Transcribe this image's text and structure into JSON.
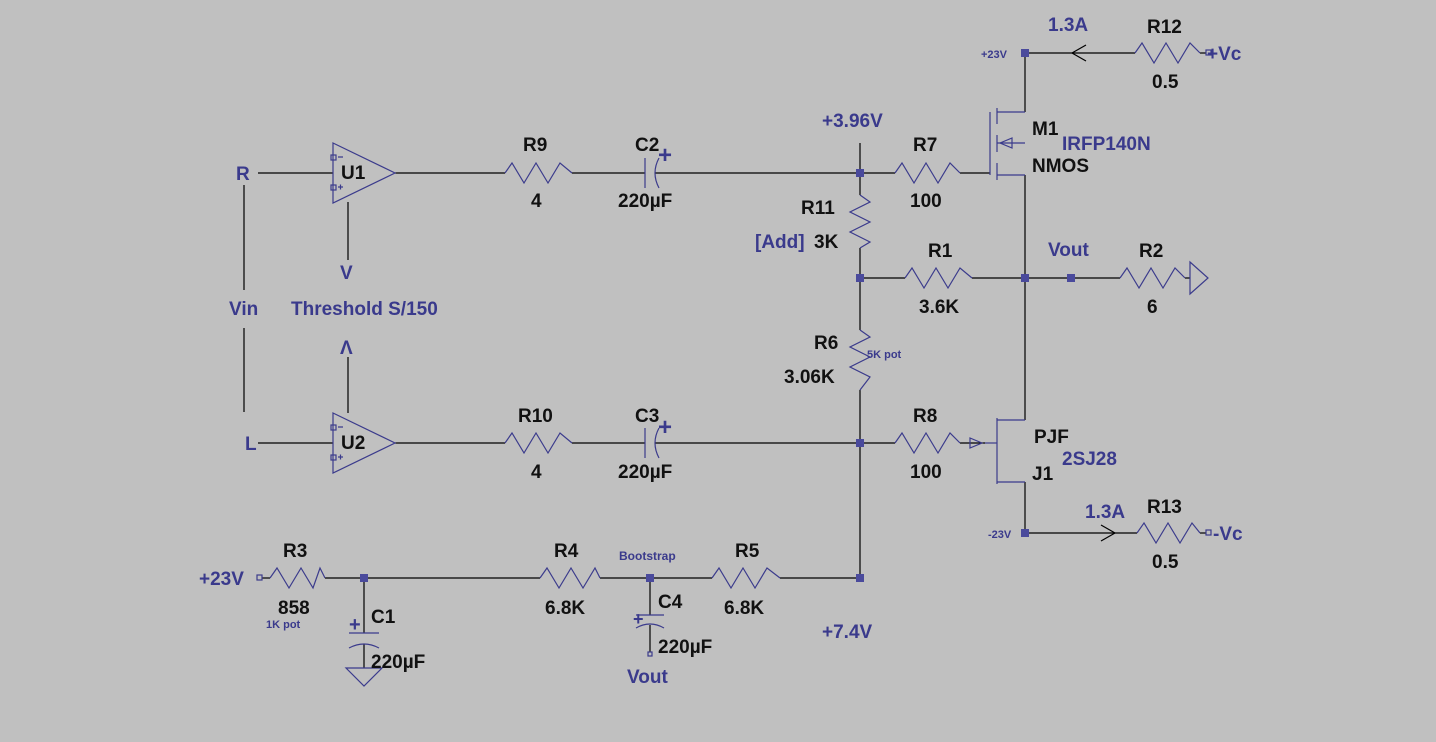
{
  "colors": {
    "background": "#c0c0c0",
    "wire": "#000000",
    "symbol": "#3b3b8c",
    "label_net": "#3a3a8c",
    "label_part": "#111111"
  },
  "inputs": {
    "r": "R",
    "l": "L",
    "vin": "Vin"
  },
  "opamps": {
    "u1": "U1",
    "u2": "U2",
    "threshold": "Threshold S/150",
    "arrow_down": "V",
    "arrow_up": "Λ"
  },
  "resistors": {
    "r9": {
      "name": "R9",
      "value": "4"
    },
    "r10": {
      "name": "R10",
      "value": "4"
    },
    "r7": {
      "name": "R7",
      "value": "100"
    },
    "r8": {
      "name": "R8",
      "value": "100"
    },
    "r11": {
      "name": "R11",
      "value": "3K",
      "note": "[Add]"
    },
    "r1": {
      "name": "R1",
      "value": "3.6K"
    },
    "r6": {
      "name": "R6",
      "value": "3.06K",
      "note": "5K pot"
    },
    "r2": {
      "name": "R2",
      "value": "6"
    },
    "r12": {
      "name": "R12",
      "value": "0.5"
    },
    "r13": {
      "name": "R13",
      "value": "0.5"
    },
    "r3": {
      "name": "R3",
      "value": "858",
      "note": "1K pot"
    },
    "r4": {
      "name": "R4",
      "value": "6.8K"
    },
    "r5": {
      "name": "R5",
      "value": "6.8K"
    }
  },
  "capacitors": {
    "c2": {
      "name": "C2",
      "value": "220µF",
      "plus": "+"
    },
    "c3": {
      "name": "C3",
      "value": "220µF",
      "plus": "+"
    },
    "c1": {
      "name": "C1",
      "value": "220µF",
      "plus": "+"
    },
    "c4": {
      "name": "C4",
      "value": "220µF",
      "plus": "+"
    }
  },
  "transistors": {
    "m1": {
      "name": "M1",
      "model": "IRFP140N",
      "type": "NMOS"
    },
    "j1": {
      "name": "J1",
      "model": "2SJ28",
      "type": "PJF"
    }
  },
  "nets": {
    "v396": "+3.96V",
    "v74": "+7.4V",
    "vout": "Vout",
    "vout2": "Vout",
    "bootstrap": "Bootstrap",
    "p23": "+23V",
    "m23": "-23V",
    "p23in": "+23V",
    "vcp": "+Vc",
    "vcm": "-Vc",
    "i_top": "1.3A",
    "i_bot": "1.3A"
  }
}
